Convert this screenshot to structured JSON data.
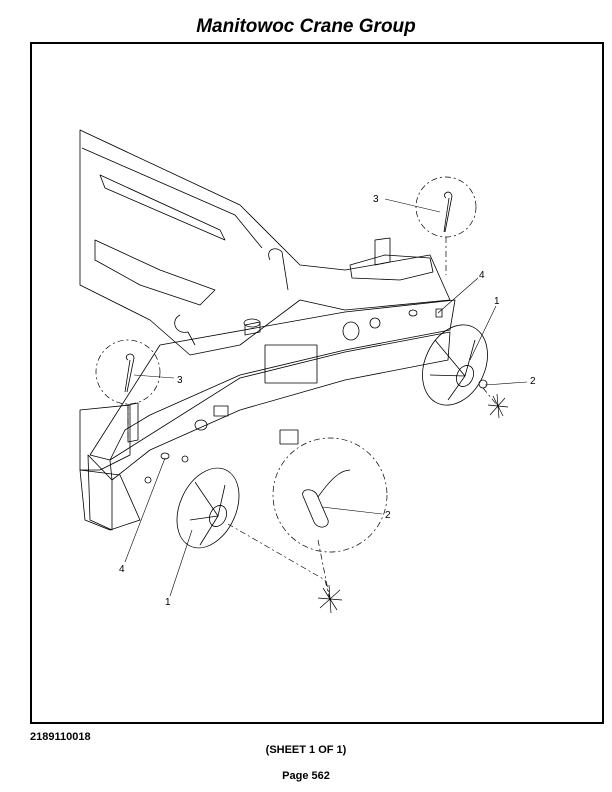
{
  "header": {
    "title": "Manitowoc Crane Group"
  },
  "drawing": {
    "callouts": {
      "c1_right": "1",
      "c1_left": "1",
      "c2_right": "2",
      "c2_left": "2",
      "c3_top": "3",
      "c3_left": "3",
      "c4_right": "4",
      "c4_left": "4"
    }
  },
  "footer": {
    "drawing_number": "2189110018",
    "sheet": "(SHEET 1 OF 1)",
    "page": "Page 562"
  }
}
